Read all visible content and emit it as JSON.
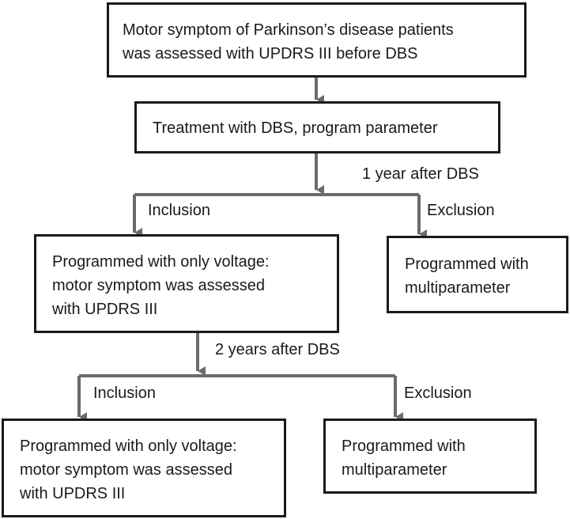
{
  "boxes": {
    "pre_assessment": {
      "lines": [
        "Motor symptom of Parkinson’s disease patients",
        "was assessed with UPDRS III before DBS"
      ]
    },
    "treatment": {
      "lines": [
        "Treatment with DBS, program parameter"
      ]
    },
    "year1_inclusion": {
      "lines": [
        "Programmed with only voltage:",
        "motor symptom was assessed",
        "with UPDRS III"
      ]
    },
    "year1_exclusion": {
      "lines": [
        "Programmed with",
        "multiparameter"
      ]
    },
    "year2_inclusion": {
      "lines": [
        "Programmed with only voltage:",
        "motor symptom was assessed",
        "with UPDRS III"
      ]
    },
    "year2_exclusion": {
      "lines": [
        "Programmed with",
        "multiparameter"
      ]
    }
  },
  "labels": {
    "year1": "1 year after DBS",
    "year1_inclusion": "Inclusion",
    "year1_exclusion": "Exclusion",
    "year2": "2 years after DBS",
    "year2_inclusion": "Inclusion",
    "year2_exclusion": "Exclusion"
  },
  "colors": {
    "box_border": "#1a1a1a",
    "arrow": "#6b6b6b",
    "text": "#1a1a1a"
  }
}
